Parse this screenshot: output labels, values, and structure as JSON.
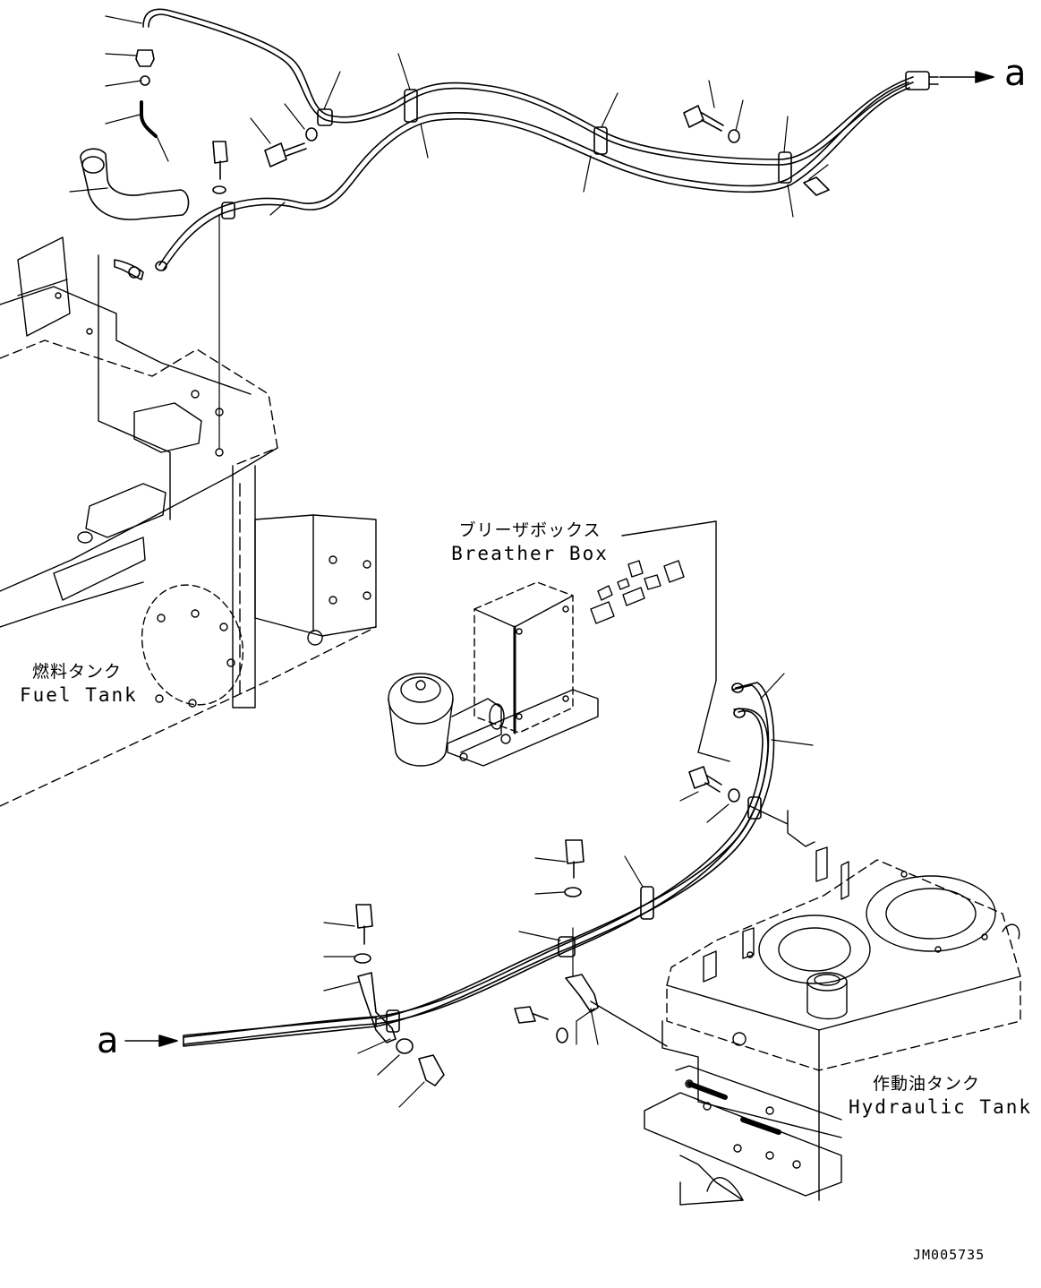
{
  "labels": {
    "breather_box": {
      "ja": "ブリーザボックス",
      "en": "Breather Box"
    },
    "fuel_tank": {
      "ja": "燃料タンク",
      "en": "Fuel Tank"
    },
    "hydraulic_tank": {
      "ja": "作動油タンク",
      "en": "Hydraulic Tank"
    }
  },
  "connection_refs": {
    "top_right": "a",
    "bottom_left": "a"
  },
  "drawing_code": "JM005735"
}
